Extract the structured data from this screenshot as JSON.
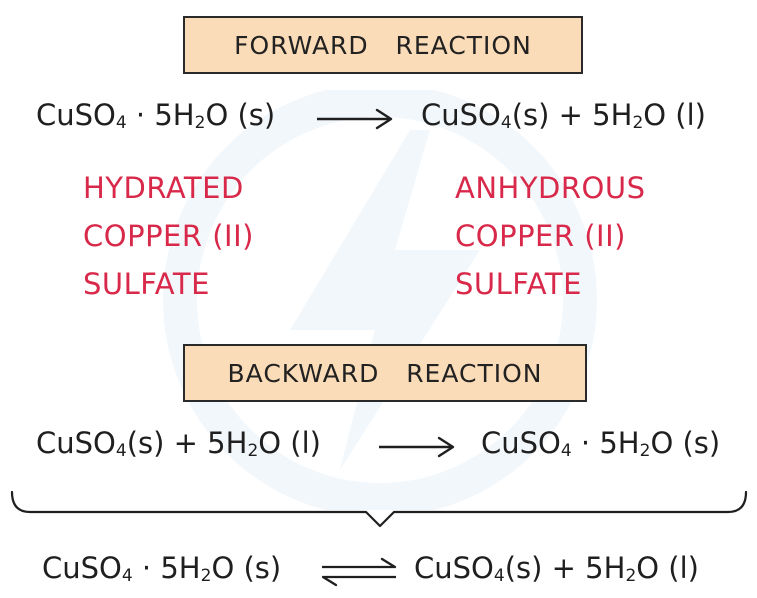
{
  "forward": {
    "title": "FORWARD   REACTION",
    "reactant": {
      "formula": "CuSO",
      "sub1": "4",
      "dot": " · 5H",
      "sub2": "2",
      "tail": "O (s)"
    },
    "products": {
      "formula": "CuSO",
      "sub1": "4",
      "mid": "(s) + 5H",
      "sub2": "2",
      "tail": "O (l)"
    },
    "left_label": [
      "HYDRATED",
      "COPPER (II)",
      "SULFATE"
    ],
    "right_label": [
      "ANHYDROUS",
      "COPPER (II)",
      "SULFATE"
    ]
  },
  "backward": {
    "title": "BACKWARD   REACTION",
    "reactants": {
      "formula": "CuSO",
      "sub1": "4",
      "mid": "(s) + 5H",
      "sub2": "2",
      "tail": "O (l)"
    },
    "product": {
      "formula": "CuSO",
      "sub1": "4",
      "dot": " · 5H",
      "sub2": "2",
      "tail": "O (s)"
    }
  },
  "overall": {
    "left": {
      "formula": "CuSO",
      "sub1": "4",
      "dot": " · 5H",
      "sub2": "2",
      "tail": "O (s)"
    },
    "right": {
      "formula": "CuSO",
      "sub1": "4",
      "mid": "(s) + 5H",
      "sub2": "2",
      "tail": "O (l)"
    }
  },
  "colors": {
    "label_red": "#d8294a",
    "box_fill": "#fbdcb8",
    "ink": "#1f1f1f"
  }
}
